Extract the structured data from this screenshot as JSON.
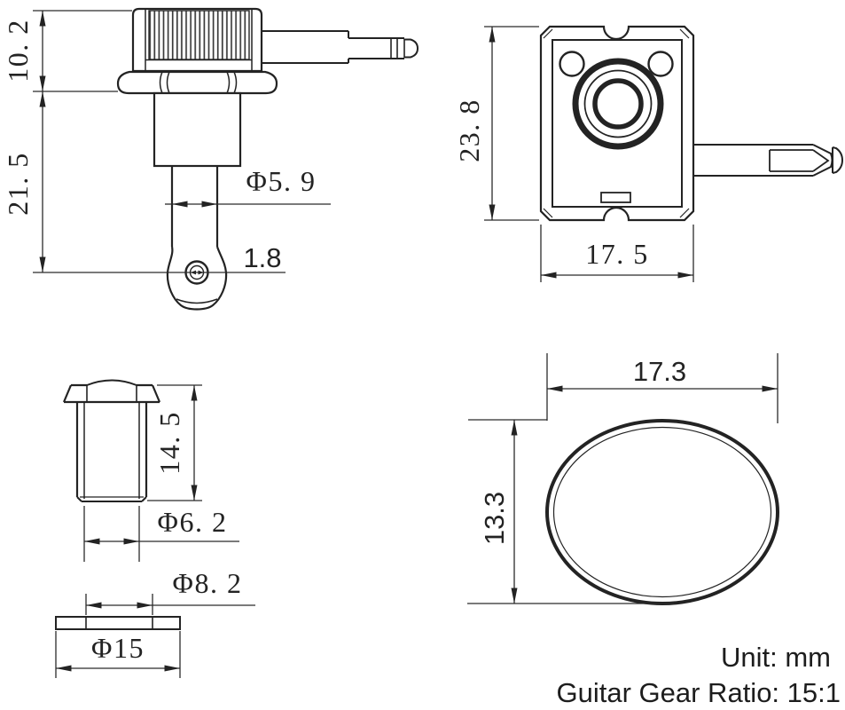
{
  "footer": {
    "unit_label": "Unit: mm",
    "gear_ratio_label": "Guitar Gear Ratio: 15:1"
  },
  "views": {
    "tuner_side": {
      "dims": {
        "button_height": "10. 2",
        "lower_length": "21. 5",
        "post_diameter": "Φ5. 9",
        "string_hole_diameter": "1.8"
      }
    },
    "housing_back": {
      "dims": {
        "plate_height": "23. 8",
        "plate_width": "17. 5"
      }
    },
    "bushing": {
      "dims": {
        "height": "14. 5",
        "bore_diameter": "Φ6. 2"
      }
    },
    "washer": {
      "dims": {
        "hole_diameter": "Φ8. 2",
        "outer_diameter": "Φ15"
      }
    },
    "button_face": {
      "dims": {
        "width": "17.3",
        "height": "13.3"
      }
    }
  },
  "colors": {
    "line": "#232323",
    "background": "#ffffff"
  }
}
